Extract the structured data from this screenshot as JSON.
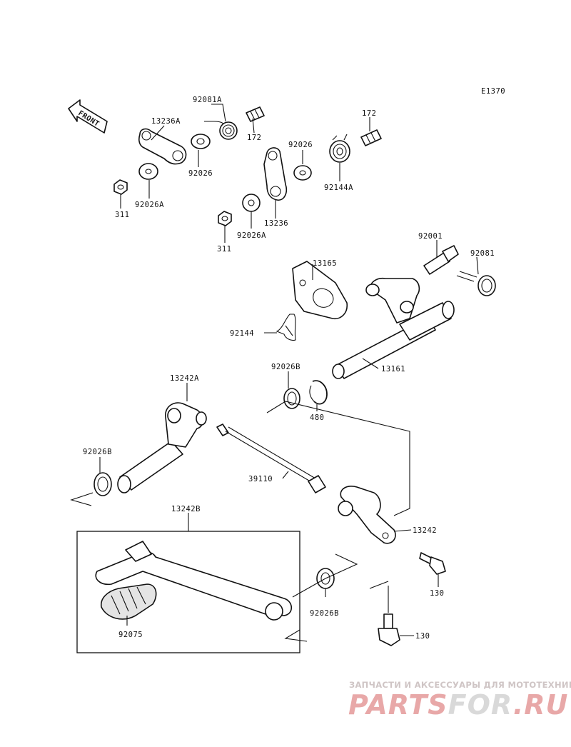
{
  "diagram_code": "E1370",
  "front_label": "FRONT",
  "labels": {
    "p92081A": "92081A",
    "p13236A": "13236A",
    "p172_a": "172",
    "p172_b": "172",
    "p92026_a": "92026",
    "p92026_b": "92026",
    "p92144A": "92144A",
    "p92026A_a": "92026A",
    "p92026A_b": "92026A",
    "p311_a": "311",
    "p311_b": "311",
    "p13236": "13236",
    "p92001": "92001",
    "p92081": "92081",
    "p13165": "13165",
    "p92144": "92144",
    "p13161": "13161",
    "p92026B_a": "92026B",
    "p92026B_b": "92026B",
    "p92026B_c": "92026B",
    "p13242A": "13242A",
    "p480": "480",
    "p39110": "39110",
    "p13242": "13242",
    "p13242B": "13242B",
    "p130_a": "130",
    "p130_b": "130",
    "p92075": "92075"
  },
  "watermark": {
    "caption": "ЗАПЧАСТИ И АКСЕССУАРЫ ДЛЯ МОТОТЕХНИКИ",
    "logo_part1": "PARTS",
    "logo_part2": "FOR",
    "logo_part3": ".RU",
    "color_main": "#e8a8a8",
    "color_accent": "#d9d9d9"
  }
}
